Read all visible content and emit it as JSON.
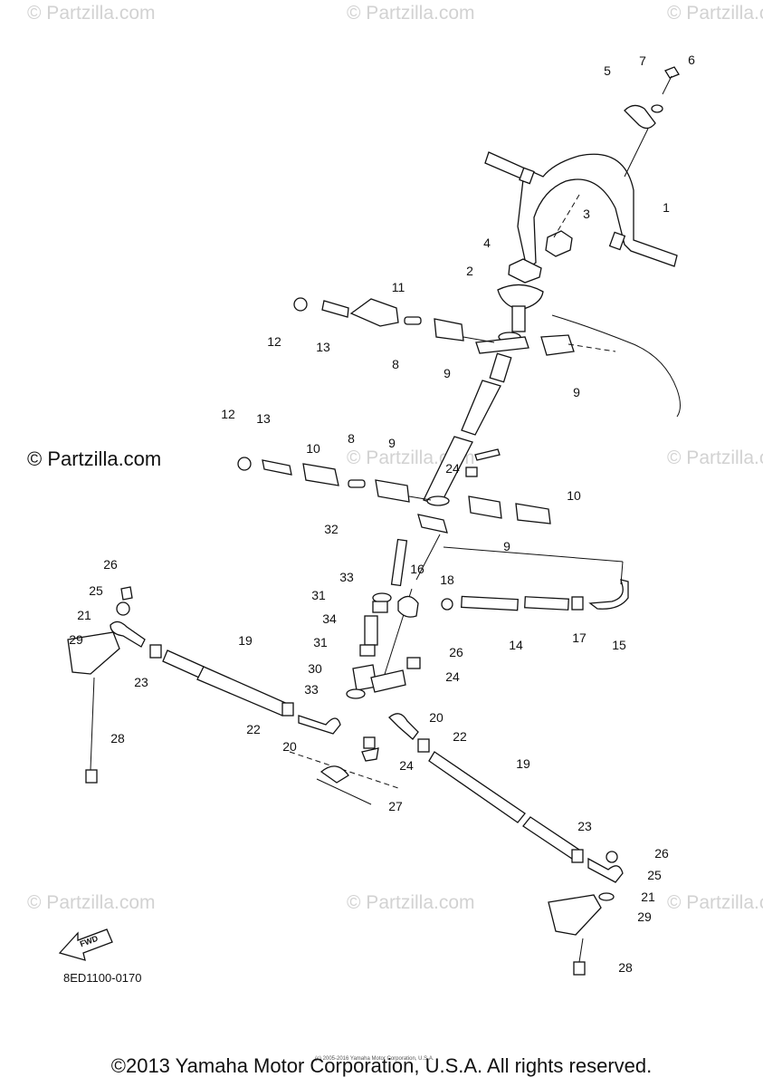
{
  "watermarks": {
    "faint": "© Partzilla.com",
    "dark": "© Partzilla.com"
  },
  "diagram": {
    "code": "8ED1100-0170",
    "fwd_label": "FWD",
    "tiny_credit": "(c) 2005-2016 Yamaha Motor Corporation, U.S.A."
  },
  "callouts": [
    "1",
    "2",
    "3",
    "4",
    "5",
    "6",
    "7",
    "8",
    "8",
    "9",
    "9",
    "9",
    "9",
    "10",
    "10",
    "11",
    "12",
    "12",
    "13",
    "13",
    "14",
    "15",
    "16",
    "17",
    "18",
    "19",
    "19",
    "20",
    "20",
    "21",
    "21",
    "22",
    "22",
    "23",
    "23",
    "24",
    "24",
    "24",
    "25",
    "25",
    "26",
    "26",
    "26",
    "27",
    "28",
    "28",
    "29",
    "29",
    "30",
    "31",
    "31",
    "32",
    "33",
    "33",
    "34"
  ],
  "footer": {
    "copyright": "©2013 Yamaha Motor Corporation, U.S.A. All rights reserved."
  }
}
